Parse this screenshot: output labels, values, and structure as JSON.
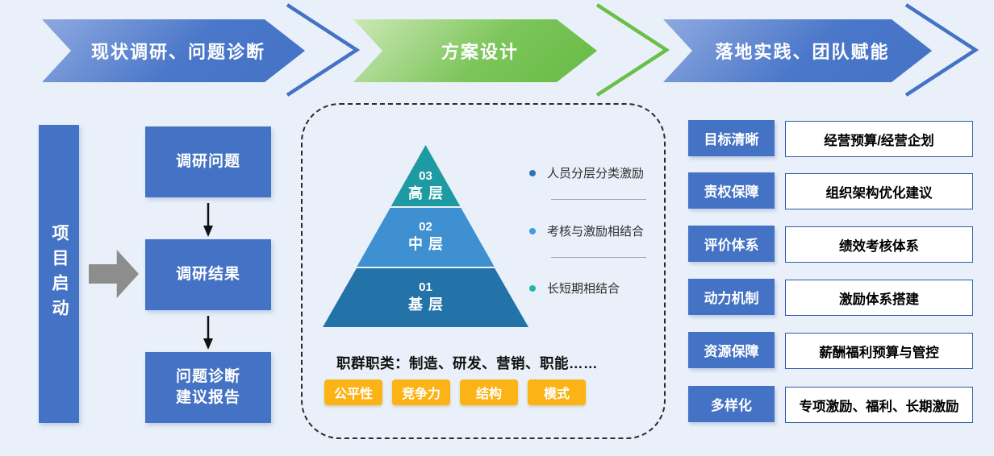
{
  "colors": {
    "background": "#e9f0f9",
    "primary_blue": "#4472c4",
    "arrow_green": "#66bb44",
    "green_outline": "#6abf47",
    "blue_outline": "#4472c4",
    "pyramid_top_teal": "#1d9aa2",
    "pyramid_mid_blue": "#3e90d0",
    "pyramid_bottom_blue": "#2373a8",
    "tag_yellow": "#fcb316",
    "gray_arrow": "#8d8d8d",
    "bullet_colors": [
      "#2e74b5",
      "#3f9ede",
      "#26b3a8"
    ]
  },
  "top_arrows": [
    {
      "label": "现状调研、问题诊断"
    },
    {
      "label": "方案设计"
    },
    {
      "label": "落地实践、团队赋能"
    }
  ],
  "left_flow": {
    "start_label": "项目启动",
    "steps": [
      {
        "label": "调研问题"
      },
      {
        "label": "调研结果"
      },
      {
        "label": "问题诊断\n建议报告"
      }
    ]
  },
  "design_panel": {
    "pyramid_layers": [
      {
        "num": "03",
        "label": "高层"
      },
      {
        "num": "02",
        "label": "中层"
      },
      {
        "num": "01",
        "label": "基层"
      }
    ],
    "bullets": [
      {
        "text": "人员分层分类激励"
      },
      {
        "text": "考核与激励相结合"
      },
      {
        "text": "长短期相结合"
      }
    ],
    "job_note": "职群职类：制造、研发、营销、职能……",
    "tags": [
      {
        "label": "公平性"
      },
      {
        "label": "竞争力"
      },
      {
        "label": "结构"
      },
      {
        "label": "模式"
      }
    ]
  },
  "landing_rows": [
    {
      "label": "目标清晰",
      "value": "经营预算/经营企划"
    },
    {
      "label": "责权保障",
      "value": "组织架构优化建议"
    },
    {
      "label": "评价体系",
      "value": "绩效考核体系"
    },
    {
      "label": "动力机制",
      "value": "激励体系搭建"
    },
    {
      "label": "资源保障",
      "value": "薪酬福利预算与管控"
    },
    {
      "label": "多样化",
      "value": "专项激励、福利、长期激励"
    }
  ]
}
